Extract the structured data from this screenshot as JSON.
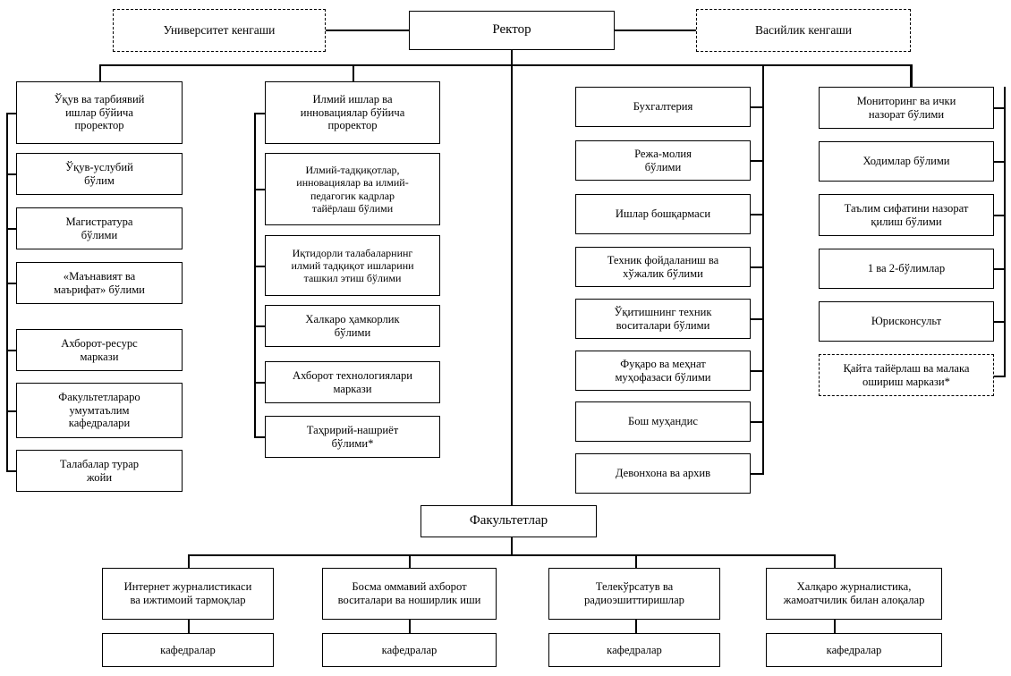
{
  "diagram": {
    "title": "University organizational structure chart",
    "colors": {
      "line": "#000000",
      "box_fill": "#ffffff",
      "text": "#000000"
    },
    "top": {
      "university_council": "Университет кенгаши",
      "rector": "Ректор",
      "trustee_council": "Васийлик кенгаши"
    },
    "column1": {
      "head": "Ўқув ва тарбиявий\nишлар бўйича\nпроректор",
      "items": [
        "Ўқув-услубий\nбўлим",
        "Магистратура\nбўлими",
        "«Маънавият ва\nмаърифат» бўлими",
        "Ахборот-ресурс\nмаркази",
        "Факультетлараро\nумумтаълим\nкафедралари",
        "Талабалар турар\nжойи"
      ]
    },
    "column2": {
      "head": "Илмий ишлар ва\nинновациялар бўйича\nпроректор",
      "items": [
        "Илмий-тадқиқотлар,\nинновациялар ва илмий-\nпедагогик кадрлар\nтайёрлаш бўлими",
        "Иқтидорли талабаларнинг\nилмий тадқиқот ишларини\nташкил этиш бўлими",
        "Халкаро ҳамкорлик\nбўлими",
        "Ахборот технологиялари\nмаркази",
        "Таҳририй-нашриёт\nбўлими*"
      ]
    },
    "column3": {
      "items": [
        "Бухгалтерия",
        "Режа-молия\nбўлими",
        "Ишлар бошқармаси",
        "Техник фойдаланиш ва\nхўжалик бўлими",
        "Ўқитишнинг техник\nвоситалари бўлими",
        "Фуқаро ва меҳнат\nмуҳофазаси бўлими",
        "Бош муҳандис",
        "Девонхона ва архив"
      ]
    },
    "column4": {
      "items": [
        "Мониторинг ва ички\nназорат бўлими",
        "Ходимлар бўлими",
        "Таълим сифатини назорат\nқилиш бўлими",
        "1 ва 2-бўлимлар",
        "Юрисконсульт"
      ],
      "dashed_item": "Қайта тайёрлаш ва малака\nошириш маркази*"
    },
    "faculties": {
      "head": "Факультетлар",
      "items": [
        {
          "name": "Интернет журналистикаси\nва ижтимоий тармоқлар",
          "sub": "кафедралар"
        },
        {
          "name": "Босма оммавий ахборот\nвоситалари ва ноширлик иши",
          "sub": "кафедралар"
        },
        {
          "name": "Телекўрсатув ва\nрадиоэшиттиришлар",
          "sub": "кафедралар"
        },
        {
          "name": "Халқаро журналистика,\nжамоатчилик билан алоқалар",
          "sub": "кафедралар"
        }
      ]
    }
  }
}
